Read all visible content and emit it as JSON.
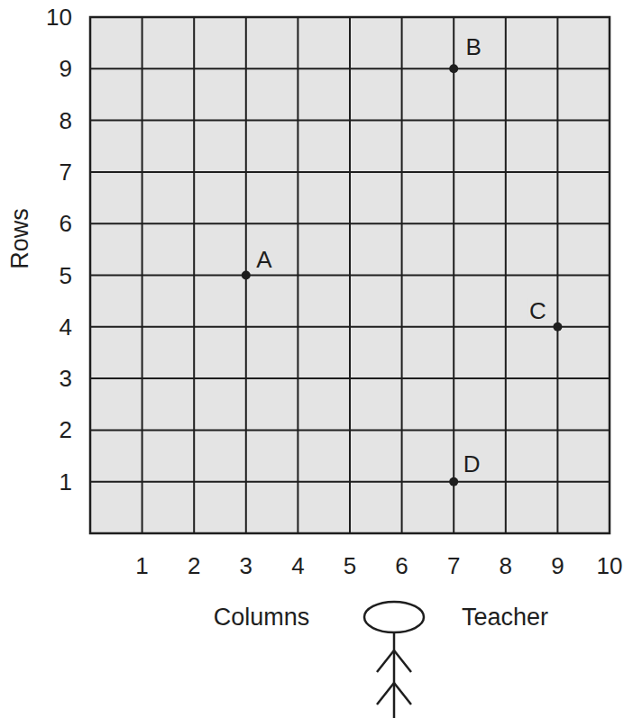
{
  "diagram": {
    "labels": [
      "10",
      "9",
      "8",
      "7",
      "6",
      "5",
      "4",
      "3",
      "2",
      "1",
      "Rows",
      "1",
      "2",
      "3",
      "4",
      "5",
      "6",
      "7",
      "8",
      "9",
      "10",
      "Columns",
      "Teacher",
      "A",
      "B",
      "C",
      "D"
    ]
  }
}
